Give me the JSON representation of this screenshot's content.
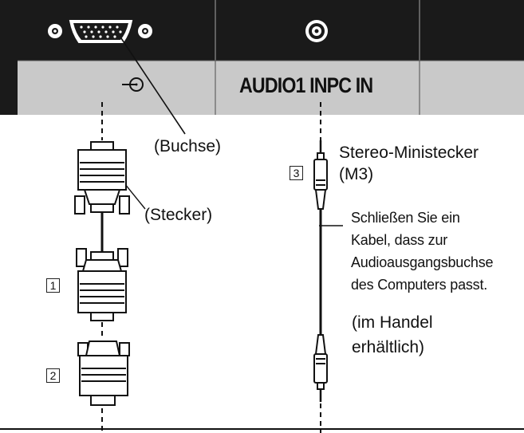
{
  "panel": {
    "port_label": "AUDIO1 INPC IN",
    "colors": {
      "panel_dark": "#1a1a1a",
      "panel_gray": "#c9c9c9",
      "line": "#111111",
      "background": "#ffffff"
    }
  },
  "labels": {
    "socket": "(Buchse)",
    "plug": "(Stecker)",
    "stereo_plug": "Stereo-Ministecker",
    "stereo_plug_code": "(M3)",
    "cable_note": [
      "Schließen Sie ein",
      "Kabel, dass zur",
      "Audioausgangsbuchse",
      "des Computers passt."
    ],
    "retail_note": [
      "(im Handel",
      "erhältlich)"
    ]
  },
  "items": {
    "item1": "1",
    "item2": "2",
    "item3": "3"
  },
  "icons": [
    "vga-socket-icon",
    "audio-jack-icon",
    "rgb-input-icon",
    "vga-plug-icon",
    "vga-adapter-icon",
    "mini-jack-plug-icon"
  ]
}
